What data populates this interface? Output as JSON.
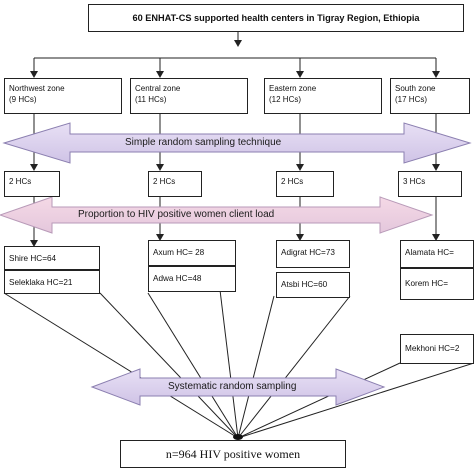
{
  "top": {
    "title": "60 ENHAT-CS supported health centers in Tigray Region, Ethiopia"
  },
  "zones": [
    {
      "name": "Northwest zone",
      "count": "(9 HCs)"
    },
    {
      "name": "Central zone",
      "count": "(11 HCs)"
    },
    {
      "name": "Eastern zone",
      "count": "(12 HCs)"
    },
    {
      "name": "South zone",
      "count": "(17 HCs)"
    }
  ],
  "arrows": {
    "simple_random": "Simple random sampling technique",
    "proportion": "Proportion to HIV positive women client load",
    "systematic": "Systematic random sampling"
  },
  "selected": [
    "2 HCs",
    "2 HCs",
    "2 HCs",
    "3 HCs"
  ],
  "sites": {
    "northwest": [
      "Shire HC=64",
      "Seleklaka HC=21"
    ],
    "central": [
      "Axum HC= 28",
      "Adwa HC=48"
    ],
    "eastern": [
      "Adigrat HC=73",
      "Atsbi HC=60"
    ],
    "south": [
      "Alamata HC=",
      "Korem HC=",
      "Mekhoni HC=2"
    ]
  },
  "result": "n=964 HIV positive women",
  "colors": {
    "arrow_fill": "#ddd3ee",
    "arrow_stroke": "#8b7fb0",
    "line": "#222222"
  }
}
